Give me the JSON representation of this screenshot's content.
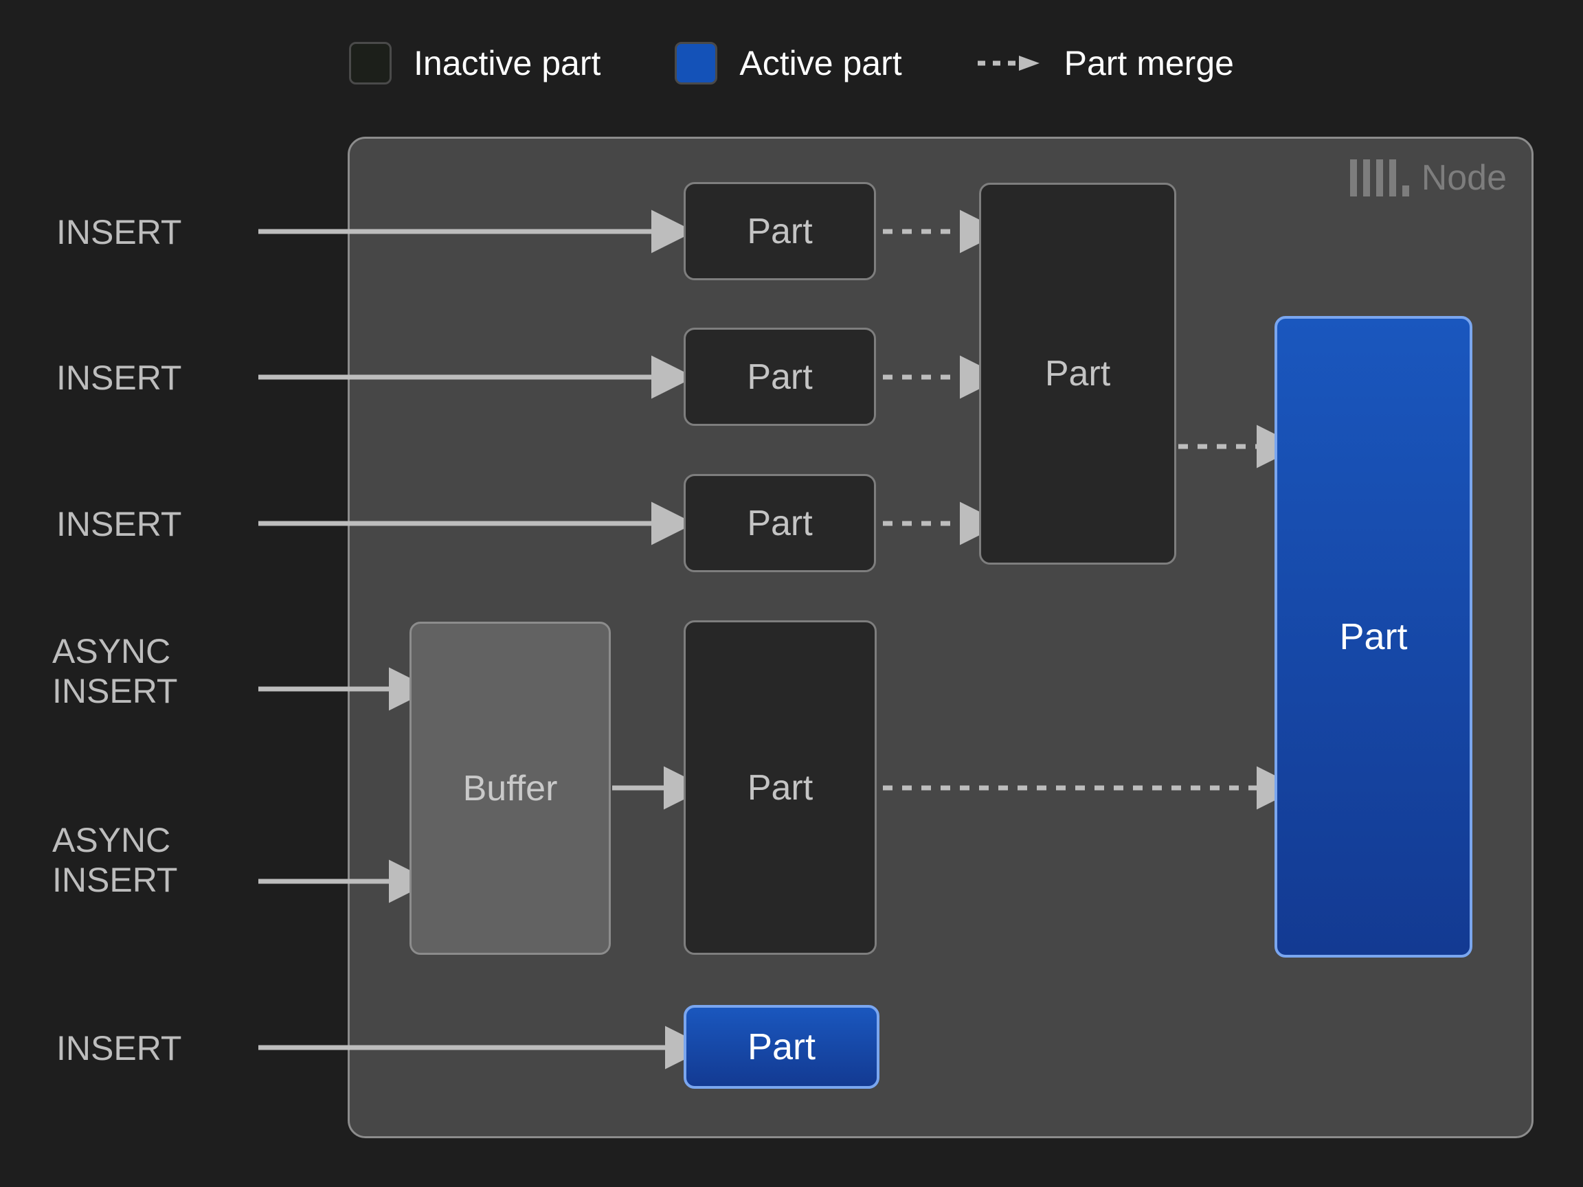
{
  "legend": {
    "items": [
      {
        "id": "inactive-part",
        "label": "Inactive part",
        "swatch": "inactive-swatch",
        "color": "#1c1f1a"
      },
      {
        "id": "active-part",
        "label": "Active part",
        "swatch": "active-swatch",
        "color": "#1452b8"
      },
      {
        "id": "part-merge",
        "label": "Part merge",
        "swatch": "dashed-arrow-icon",
        "color": "#bdbdbd"
      }
    ]
  },
  "node": {
    "badge_label": "Node",
    "badge_icon": "clickhouse-logo-icon",
    "background": "#474747",
    "border": "#8c8c8c"
  },
  "sources": [
    {
      "id": "insert-1",
      "label": "INSERT"
    },
    {
      "id": "insert-2",
      "label": "INSERT"
    },
    {
      "id": "insert-3",
      "label": "INSERT"
    },
    {
      "id": "async-insert-1",
      "label": "ASYNC\nINSERT"
    },
    {
      "id": "async-insert-2",
      "label": "ASYNC\nINSERT"
    },
    {
      "id": "insert-4",
      "label": "INSERT"
    }
  ],
  "boxes": {
    "part_top_1": {
      "label": "Part",
      "state": "inactive"
    },
    "part_top_2": {
      "label": "Part",
      "state": "inactive"
    },
    "part_top_3": {
      "label": "Part",
      "state": "inactive"
    },
    "part_merged_mid": {
      "label": "Part",
      "state": "inactive"
    },
    "buffer": {
      "label": "Buffer",
      "state": "buffer"
    },
    "part_from_buffer": {
      "label": "Part",
      "state": "inactive"
    },
    "part_active_bottom": {
      "label": "Part",
      "state": "active"
    },
    "part_active_big": {
      "label": "Part",
      "state": "active"
    }
  },
  "colors": {
    "page_background": "#1e1e1e",
    "inactive_fill": "#272727",
    "inactive_border": "#7e7e7e",
    "active_fill": "#1452b8",
    "active_border": "#7aa6ef",
    "buffer_fill": "#626262",
    "arrow": "#bdbdbd",
    "text_primary": "#ffffff",
    "text_muted": "#bdbdbd"
  }
}
